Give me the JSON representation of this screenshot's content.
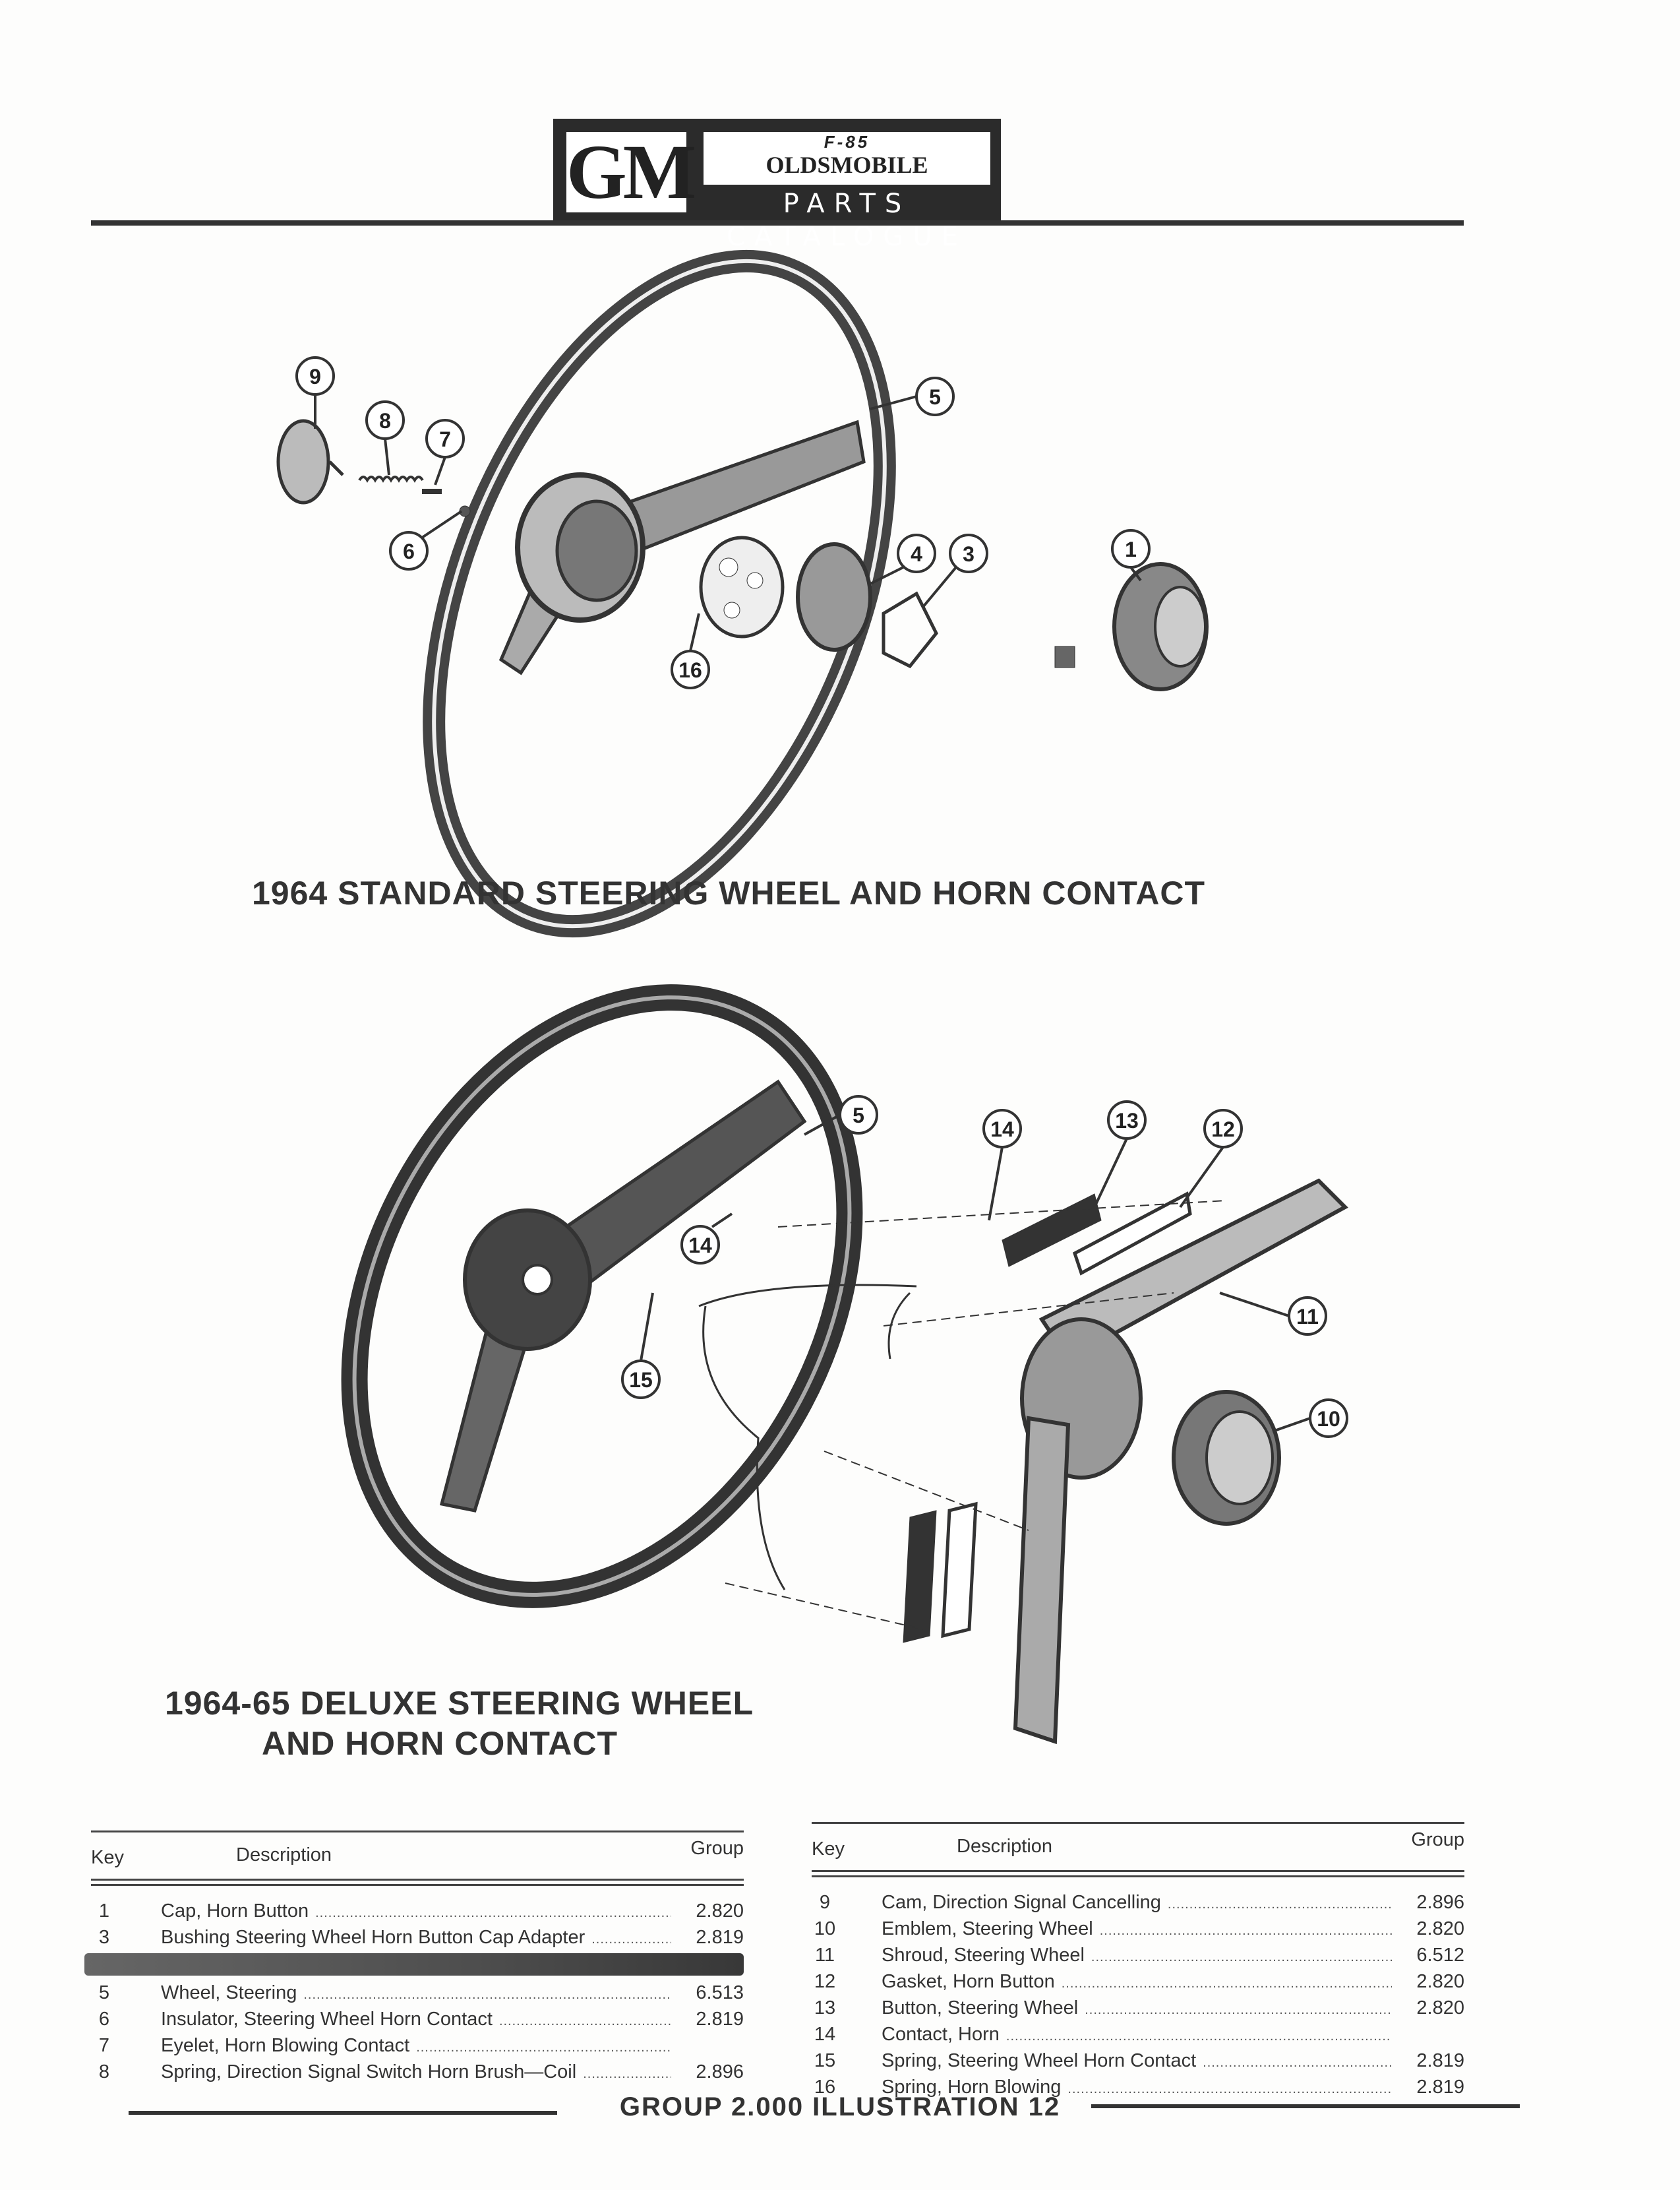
{
  "header": {
    "logo_gm": "GM",
    "logo_model": "F-85",
    "logo_make": "OLDSMOBILE",
    "logo_subtitle": "PARTS CATALOGUE"
  },
  "figure1": {
    "caption": "1964 STANDARD STEERING WHEEL AND HORN CONTACT",
    "callouts": [
      "9",
      "8",
      "7",
      "6",
      "5",
      "4",
      "3",
      "1",
      "16"
    ]
  },
  "figure2": {
    "caption_line1": "1964-65 DELUXE STEERING WHEEL",
    "caption_line2": "AND HORN CONTACT",
    "callouts": [
      "5",
      "14",
      "13",
      "12",
      "14",
      "15",
      "11",
      "10"
    ]
  },
  "table_left": {
    "headers": {
      "key": "Key",
      "description": "Description",
      "group": "Group"
    },
    "rows": [
      {
        "key": "1",
        "description": "Cap, Horn Button",
        "group": "2.820"
      },
      {
        "key": "3",
        "description": "Bushing Steering Wheel Horn Button Cap Adapter",
        "group": "2.819"
      },
      {
        "key": "5",
        "description": "Wheel, Steering",
        "group": "6.513"
      },
      {
        "key": "6",
        "description": "Insulator, Steering Wheel Horn Contact",
        "group": "2.819"
      },
      {
        "key": "7",
        "description": "Eyelet, Horn Blowing Contact",
        "group": ""
      },
      {
        "key": "8",
        "description": "Spring, Direction Signal Switch Horn Brush—Coil",
        "group": "2.896"
      }
    ]
  },
  "table_right": {
    "headers": {
      "key": "Key",
      "description": "Description",
      "group": "Group"
    },
    "rows": [
      {
        "key": "9",
        "description": "Cam, Direction Signal Cancelling",
        "group": "2.896"
      },
      {
        "key": "10",
        "description": "Emblem, Steering Wheel",
        "group": "2.820"
      },
      {
        "key": "11",
        "description": "Shroud, Steering Wheel",
        "group": "6.512"
      },
      {
        "key": "12",
        "description": "Gasket, Horn Button",
        "group": "2.820"
      },
      {
        "key": "13",
        "description": "Button, Steering Wheel",
        "group": "2.820"
      },
      {
        "key": "14",
        "description": "Contact, Horn",
        "group": ""
      },
      {
        "key": "15",
        "description": "Spring, Steering Wheel Horn Contact",
        "group": "2.819"
      },
      {
        "key": "16",
        "description": "Spring, Horn Blowing",
        "group": "2.819"
      }
    ]
  },
  "footer": {
    "text": "GROUP 2.000 ILLUSTRATION 12"
  }
}
